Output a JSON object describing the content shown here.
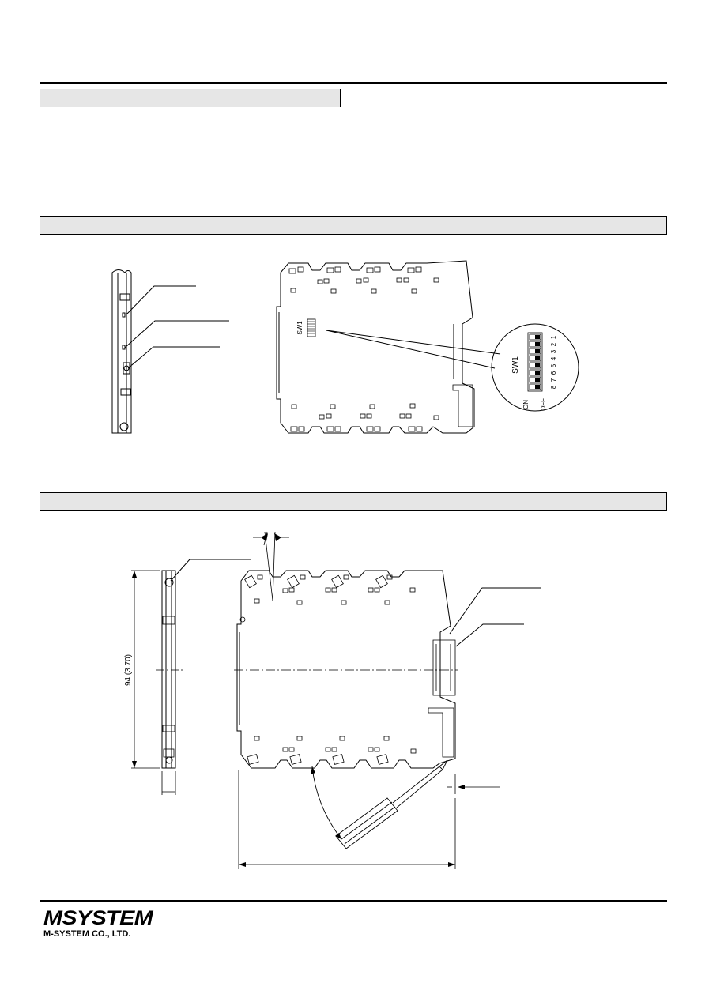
{
  "diagram": {
    "switch_label": "SW1",
    "switch_label_zoom": "SW1",
    "switch_on_label": "ON",
    "switch_off_label": "OFF",
    "switch_numbers": [
      "1",
      "2",
      "3",
      "4",
      "5",
      "6",
      "7",
      "8"
    ],
    "height_dimension": "94 (3.70)"
  },
  "footer": {
    "logo_text": "MSYSTEM",
    "company_name": "M-SYSTEM CO., LTD."
  }
}
